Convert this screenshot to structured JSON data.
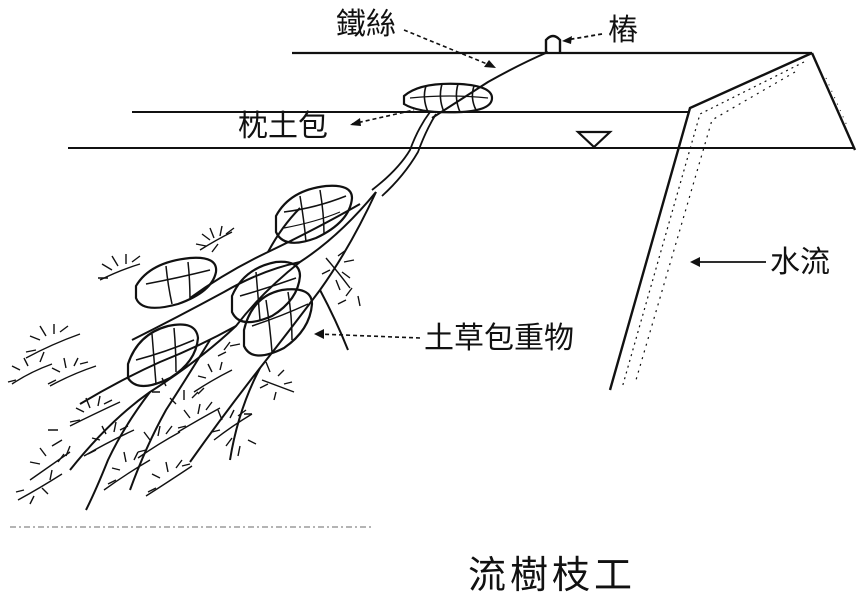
{
  "labels": {
    "wire": "鐵絲",
    "stake": "樁",
    "pillow_bag": "枕土包",
    "water_flow": "水流",
    "weight_bag": "土草包重物",
    "title": "流樹枝工"
  },
  "colors": {
    "ink": "#111111",
    "background": "#ffffff"
  }
}
